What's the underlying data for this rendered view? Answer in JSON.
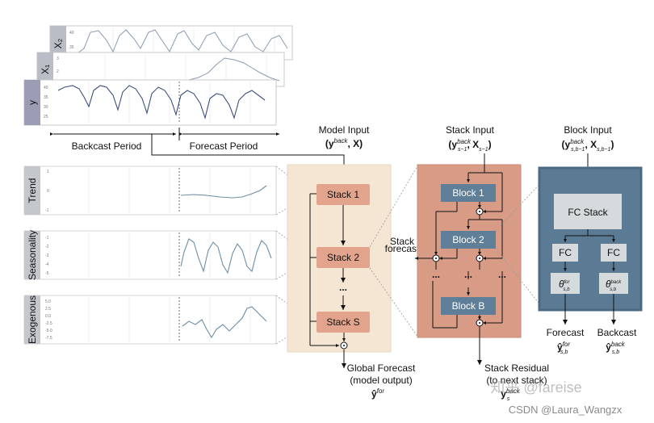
{
  "input_panels": {
    "x2": {
      "label": "X₂",
      "ticks": [
        "40",
        "35"
      ]
    },
    "x1": {
      "label": "X₁",
      "ticks": [
        "3",
        "2"
      ]
    },
    "y": {
      "label": "y",
      "ticks": [
        "40",
        "35",
        "30",
        "25"
      ]
    }
  },
  "periods": {
    "backcast": "Backcast Period",
    "forecast": "Forecast Period"
  },
  "component_panels": [
    {
      "label": "Trend",
      "ticks": [
        "1",
        "0",
        "-1"
      ]
    },
    {
      "label": "Seasonality",
      "ticks": [
        "-1",
        "-2",
        "-3",
        "-4",
        "-5"
      ]
    },
    {
      "label": "Exogenous",
      "ticks": [
        "5.0",
        "2.5",
        "0.0",
        "-2.5",
        "-5.0",
        "-7.5"
      ]
    }
  ],
  "model_input": {
    "title": "Model Input",
    "formula": "(y",
    "formula_sup": "back",
    "formula_end": ", X)"
  },
  "stacks": [
    "Stack 1",
    "Stack 2",
    "...",
    "Stack S"
  ],
  "stack_forecast_label": [
    "Stack",
    "forecast"
  ],
  "global_forecast": {
    "line1": "Global Forecast",
    "line2": "(model output)",
    "symbol": "ŷ",
    "symbol_sup": "for"
  },
  "stack_input": {
    "title": "Stack Input"
  },
  "blocks": [
    "Block 1",
    "Block 2",
    "...",
    "Block B"
  ],
  "stack_residual": {
    "line1": "Stack Residual",
    "line2": "(to next stack)"
  },
  "block_input": {
    "title": "Block Input"
  },
  "fc_stack": "FC Stack",
  "fc": [
    "FC",
    "FC"
  ],
  "thetas": {
    "left": "θ",
    "left_sup": "for",
    "left_sub": "s,b",
    "right": "θ",
    "right_sup": "back",
    "right_sub": "s,b"
  },
  "outputs": {
    "forecast": "Forecast",
    "backcast": "Backcast"
  },
  "watermark": {
    "zhihu": "知乎 @fareise",
    "csdn": "CSDN @Laura_Wangzx"
  },
  "colors": {
    "stack_bg": "#f5e6d3",
    "stack_box": "#e2a48c",
    "stack_panel": "#d89c86",
    "block_box": "#5e7f97",
    "block_panel": "#5a7b93",
    "block_inner": "#d5dadd",
    "label_tab": "#b9bdc6",
    "y_tab": "#9b9db5"
  },
  "icons": [
    "circle-dot-icon",
    "arrow-icon",
    "ellipsis-icon"
  ]
}
